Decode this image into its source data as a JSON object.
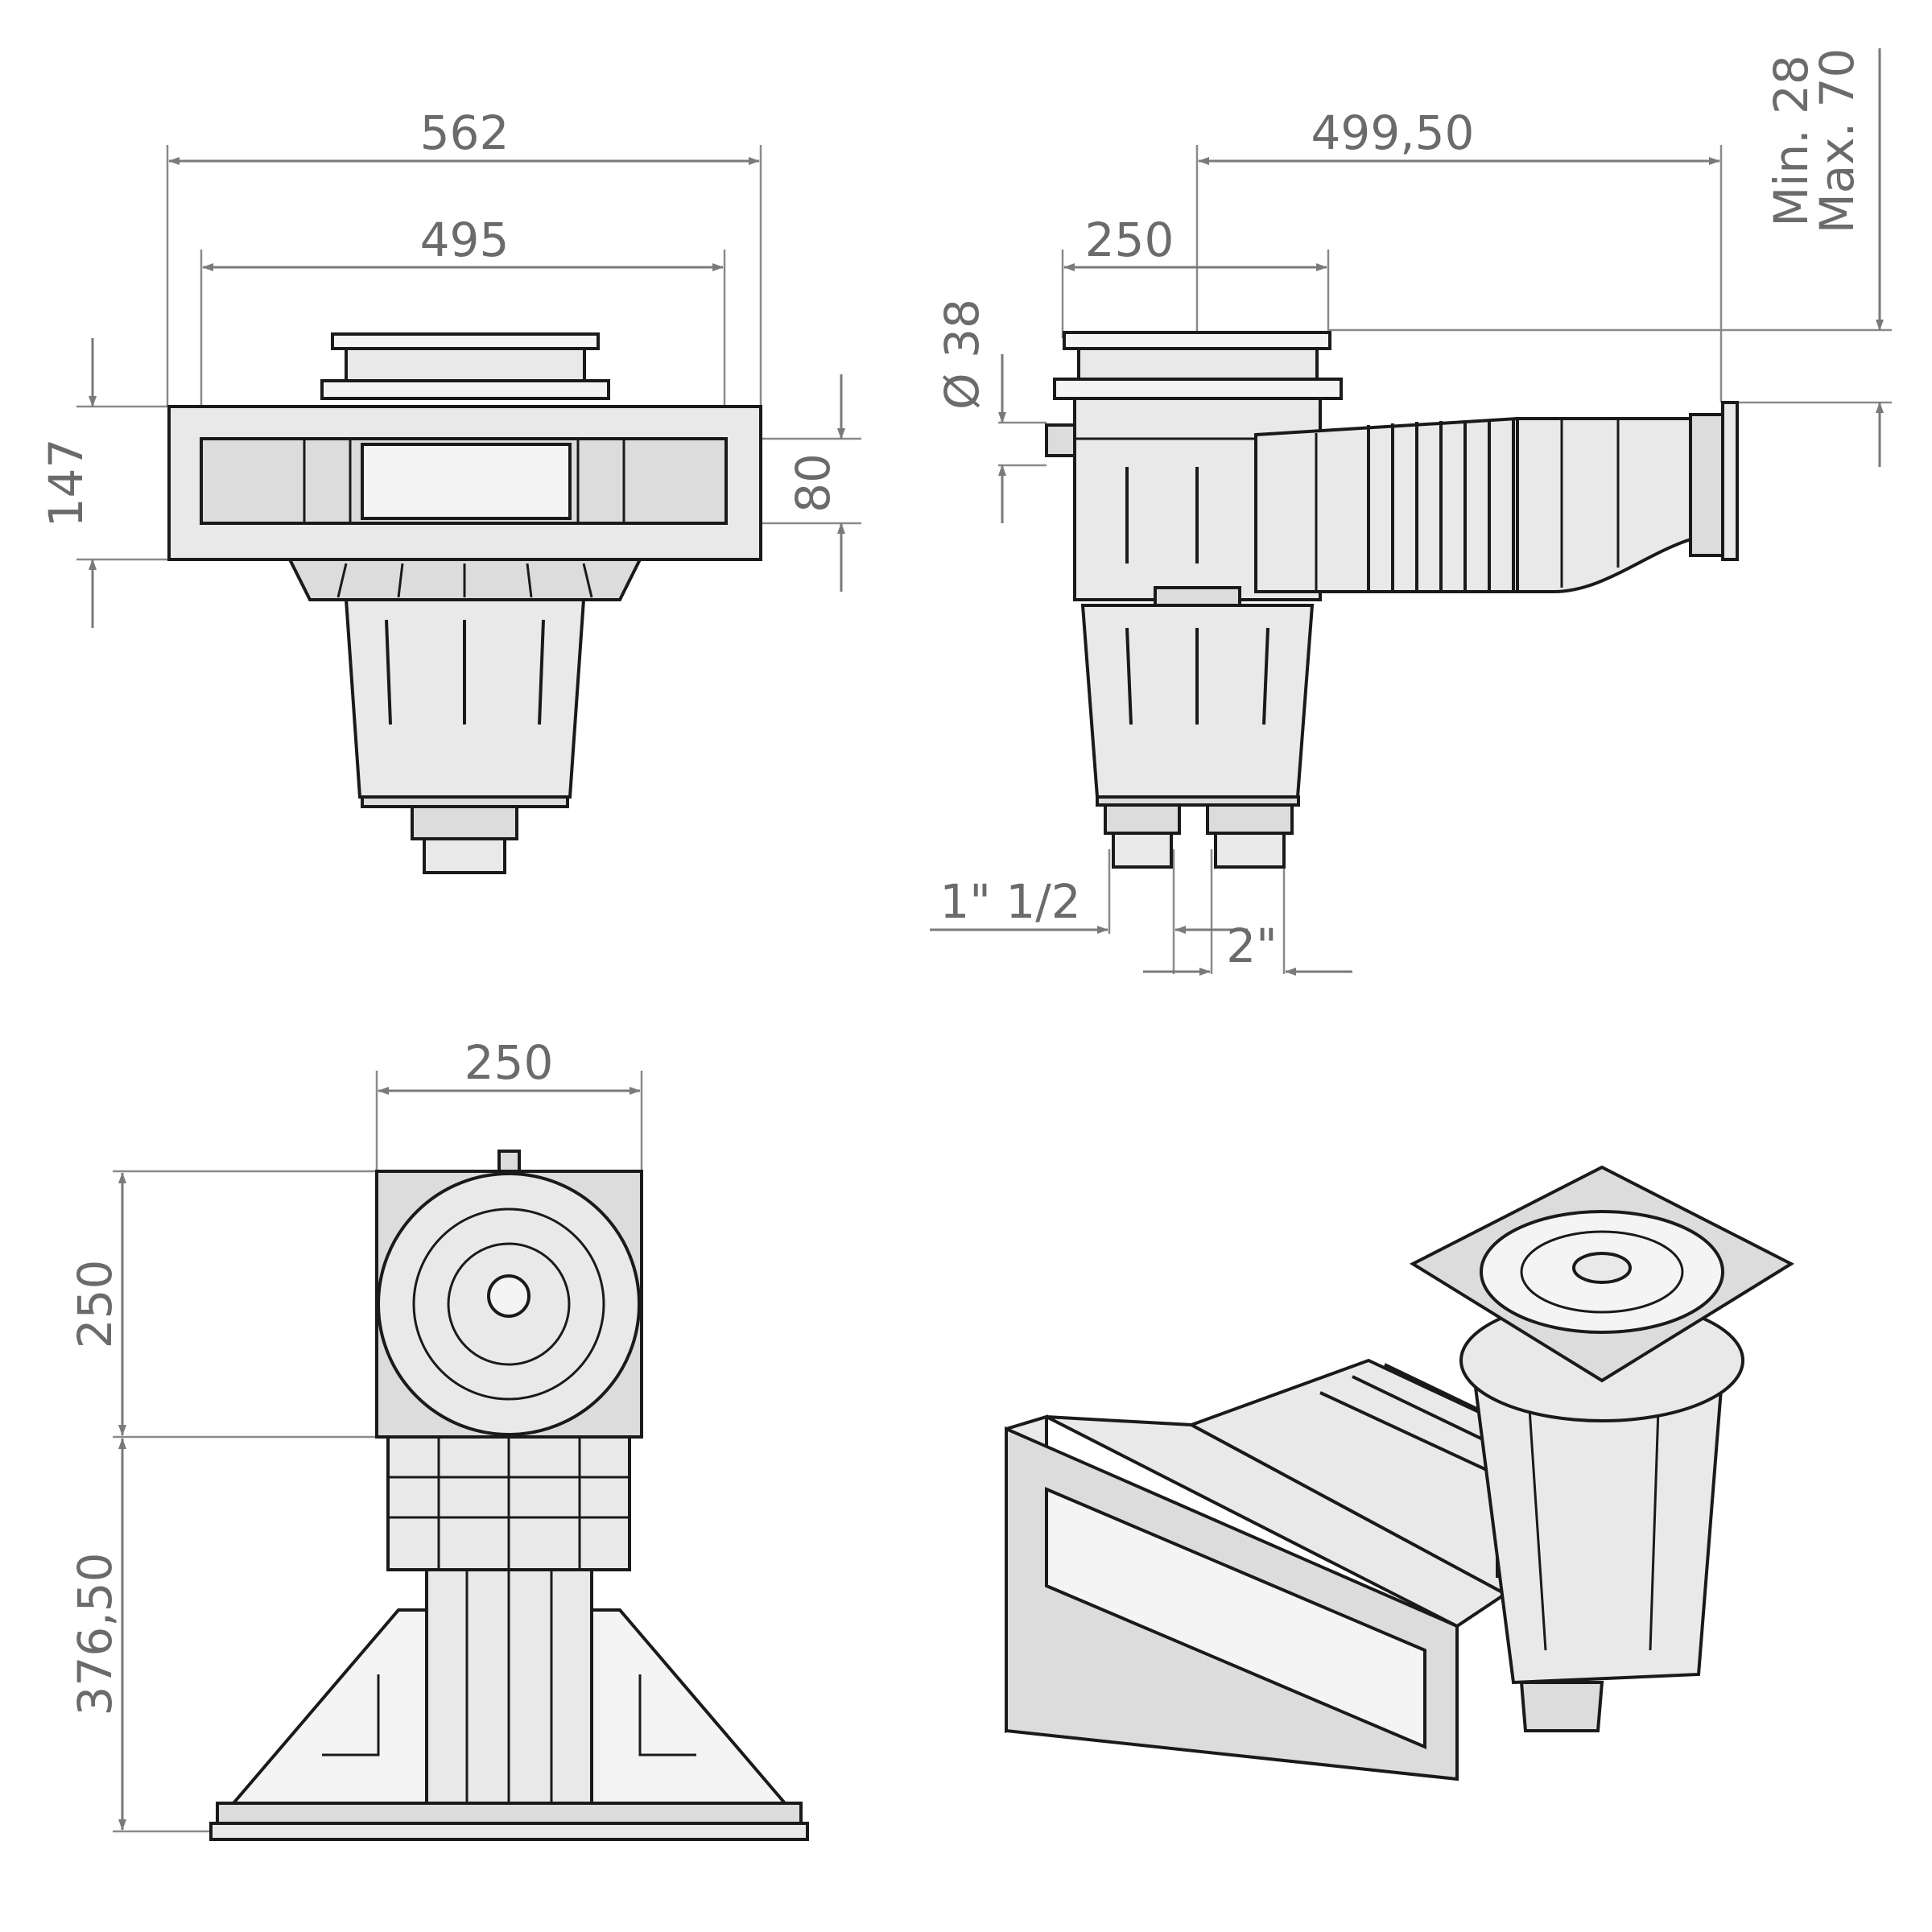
{
  "views": {
    "front": {
      "width_total": "562",
      "width_inner": "495",
      "height_total": "147",
      "height_mouth": "80"
    },
    "side": {
      "length": "499,50",
      "body_width": "250",
      "diameter": "Ø 38",
      "min_label": "Min. 28",
      "max_label": "Max. 70",
      "outlet_small": "1\" 1/2",
      "outlet_large": "2\""
    },
    "top": {
      "width": "250",
      "body_depth": "250",
      "throat_depth": "376,50"
    }
  },
  "colors": {
    "line": "#1a1a1a",
    "dimension": "#6b6b6b",
    "fill": "#e9e9e9"
  }
}
